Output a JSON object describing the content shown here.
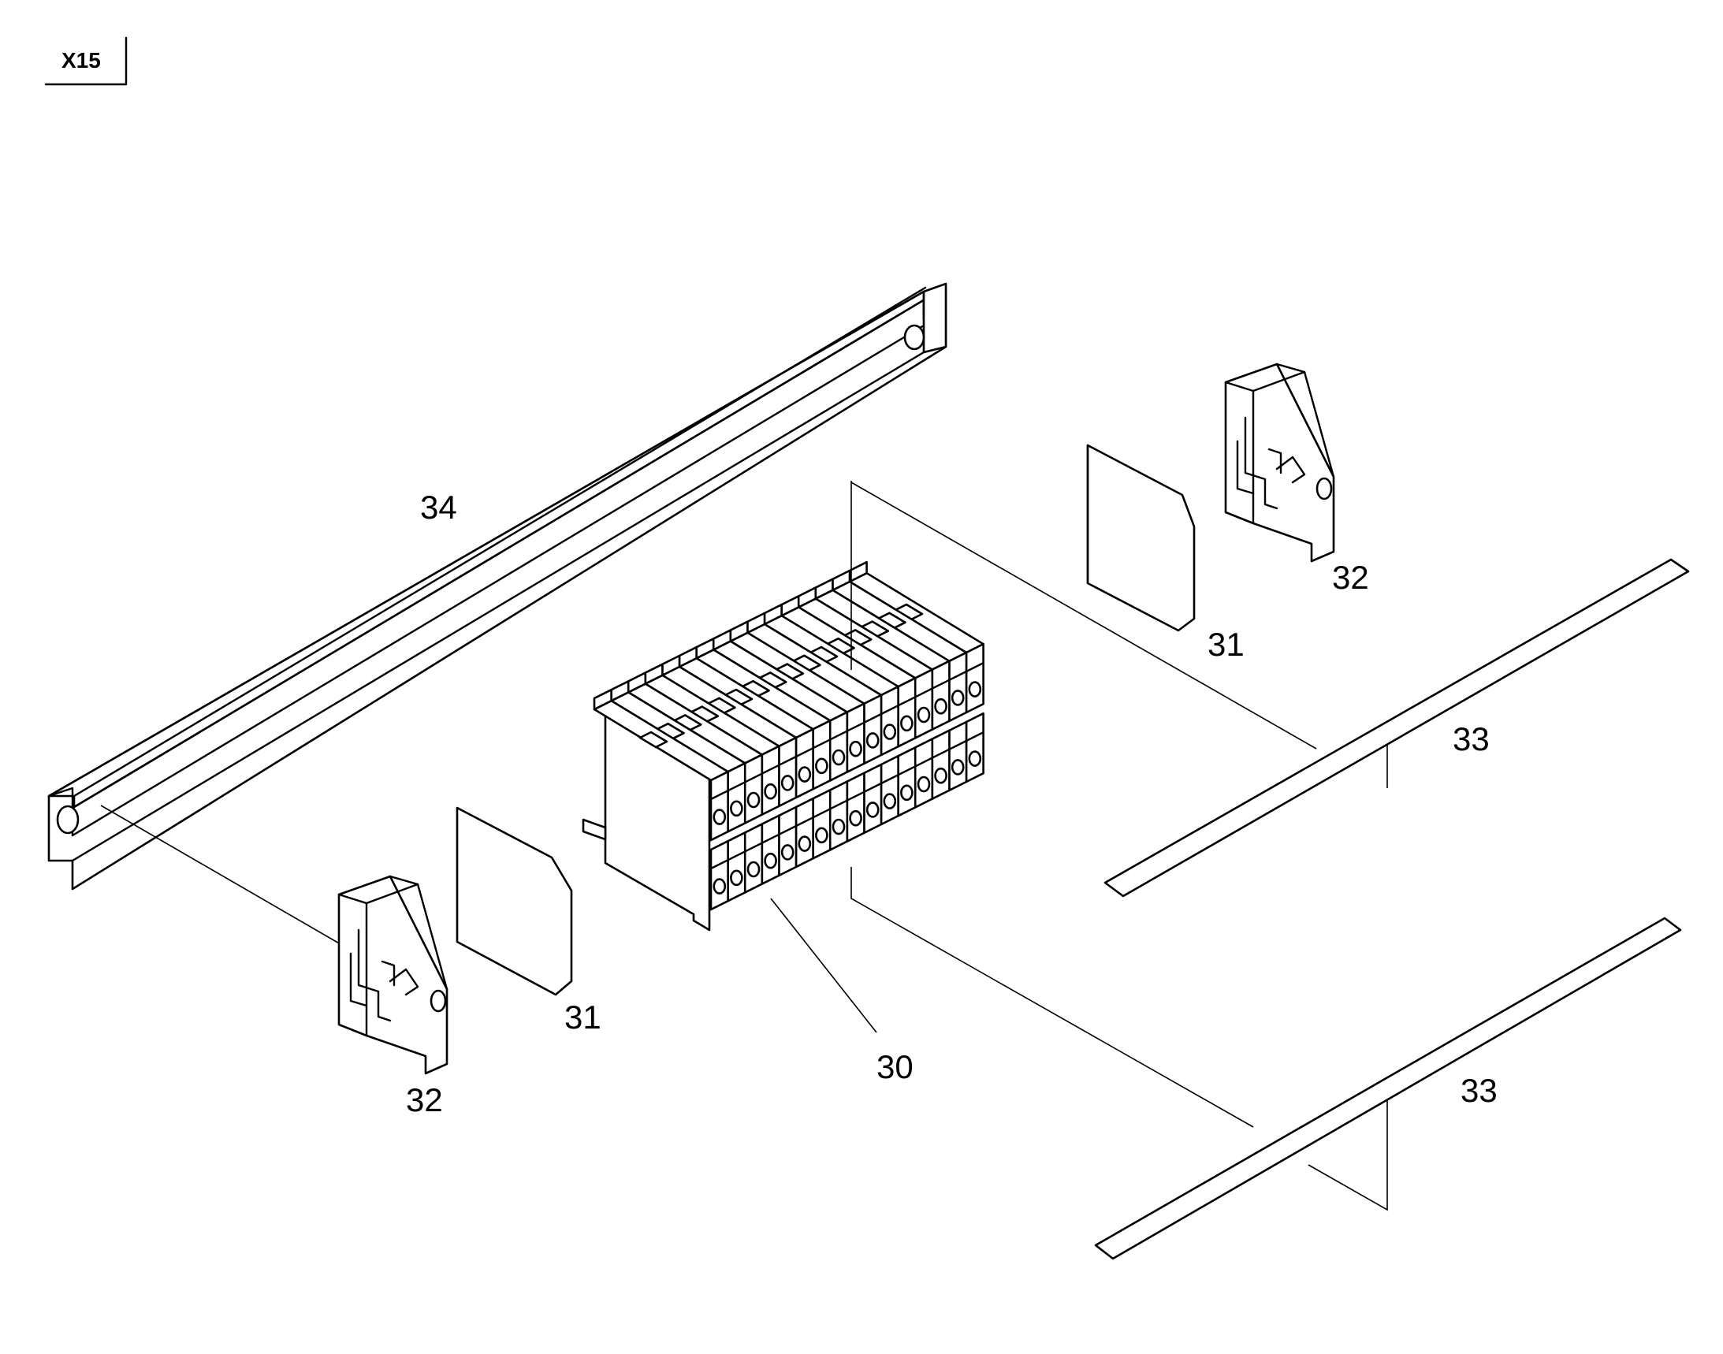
{
  "diagram": {
    "sheet_tag": "X15",
    "callouts": {
      "terminal_block": "30",
      "end_plate_front": "31",
      "end_plate_rear": "31",
      "end_bracket_front": "32",
      "end_bracket_rear": "32",
      "marker_strip_upper": "33",
      "marker_strip_lower": "33",
      "din_rail": "34"
    },
    "terminal_count": 16,
    "terminal_rows": 2
  },
  "colors": {
    "line": "#000000",
    "background": "#ffffff"
  }
}
